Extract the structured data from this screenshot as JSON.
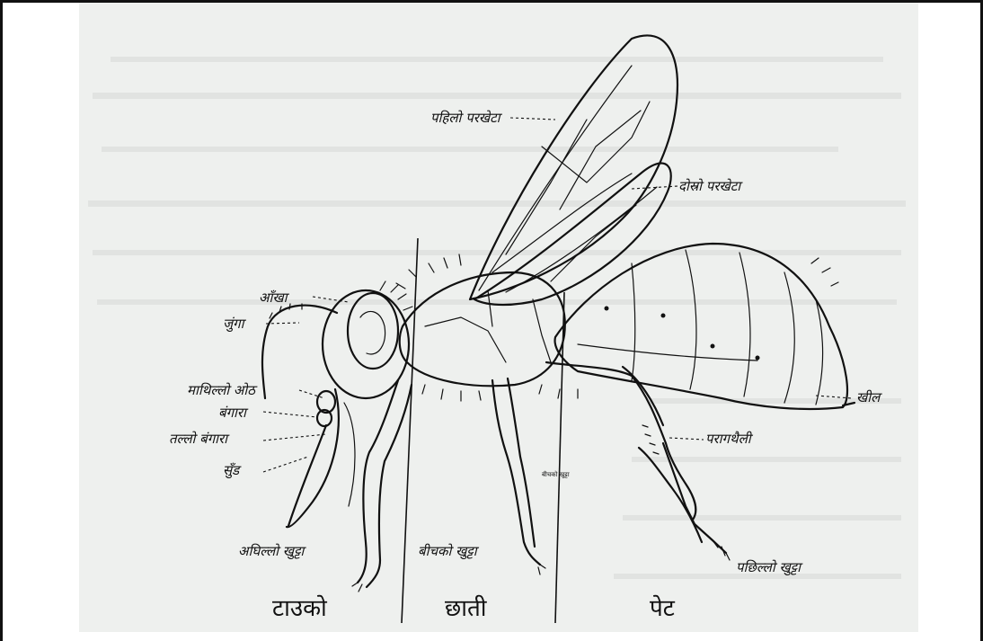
{
  "labels": {
    "first_wing": "पहिलो परखेटा",
    "second_wing": "दोस्रो परखेटा",
    "eye": "आँखा",
    "antenna": "जुंगा",
    "upper_lip": "माथिल्लो ओठ",
    "mandible": "बंगारा",
    "lower_mandible": "तल्लो बंगारा",
    "proboscis": "सुँड",
    "front_leg": "अघिल्लो खुट्टा",
    "middle_leg": "बीचको खुट्टा",
    "hind_leg": "पछिल्लो खुट्टा",
    "sting": "खील",
    "pollen_basket": "परागथैली",
    "middle_leg_small": "बीचको खुट्टा"
  },
  "sections": {
    "head": "टाउको",
    "thorax": "छाती",
    "abdomen": "पेट"
  }
}
